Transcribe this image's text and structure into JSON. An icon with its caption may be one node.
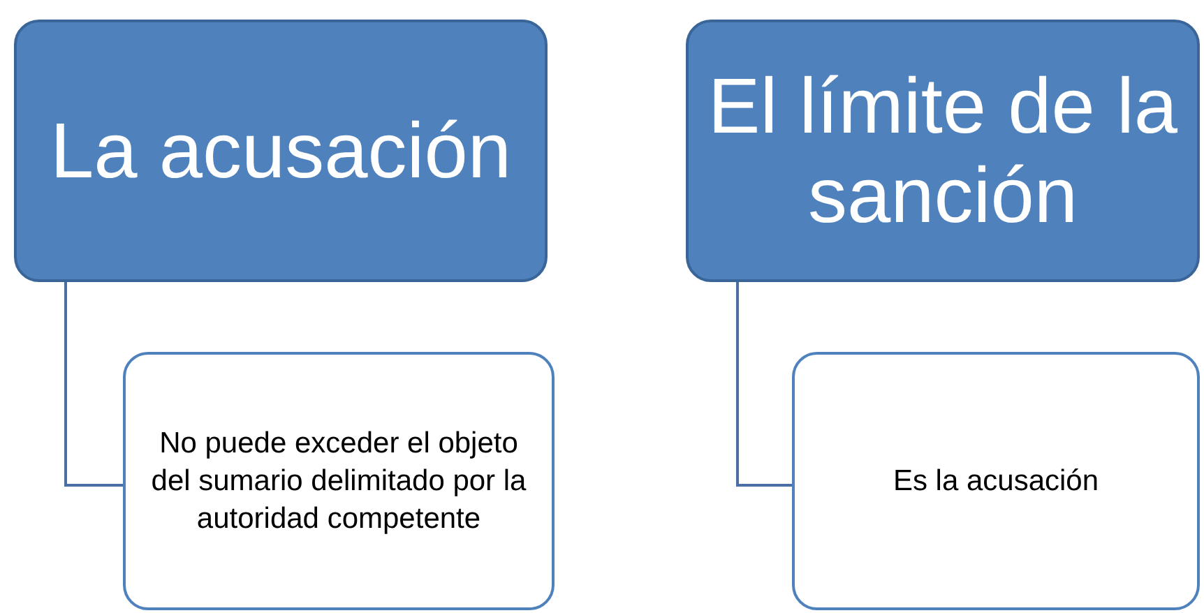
{
  "diagram": {
    "nodes": [
      {
        "text": [
          "La acusación"
        ]
      },
      {
        "text": [
          "No puede exceder el objeto del sumario delimitado por la autoridad competente"
        ]
      },
      {
        "text": [
          "El límite de la sanción"
        ]
      },
      {
        "text": [
          "Es la acusación"
        ]
      }
    ],
    "edges": [
      {
        "from": 0,
        "to": 1,
        "arrow": "none"
      },
      {
        "from": 2,
        "to": 3,
        "arrow": "none"
      }
    ]
  }
}
